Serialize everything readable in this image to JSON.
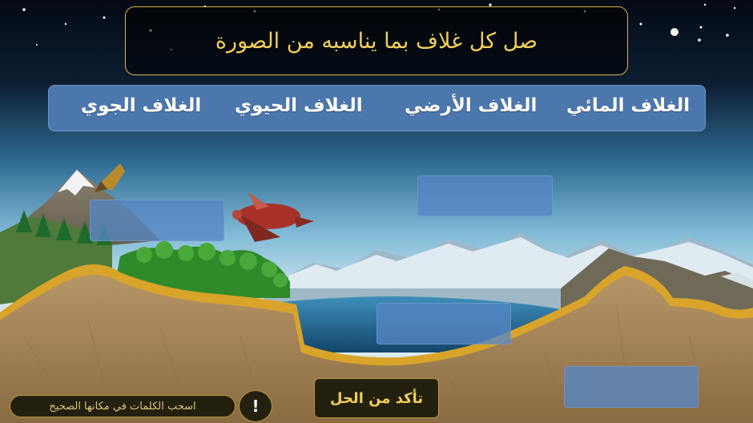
{
  "instruction": "صل كل غلاف بما يناسبه من الصورة",
  "word_bank": {
    "words": [
      "الغلاف المائي",
      "الغلاف الأرضي",
      "الغلاف الحيوي",
      "الغلاف الجوي"
    ]
  },
  "drop_zones_count": 4,
  "buttons": {
    "check_label": "تأكد من الحل",
    "help_label": "!"
  },
  "hint": "اسحب الكلمات في مكانها الصحيح",
  "colors": {
    "accent_gold": "#f0cf5a",
    "word_bank_bg": "#4c77ad",
    "drop_zone": "#5686c4",
    "dark_panel": "#24200f"
  }
}
